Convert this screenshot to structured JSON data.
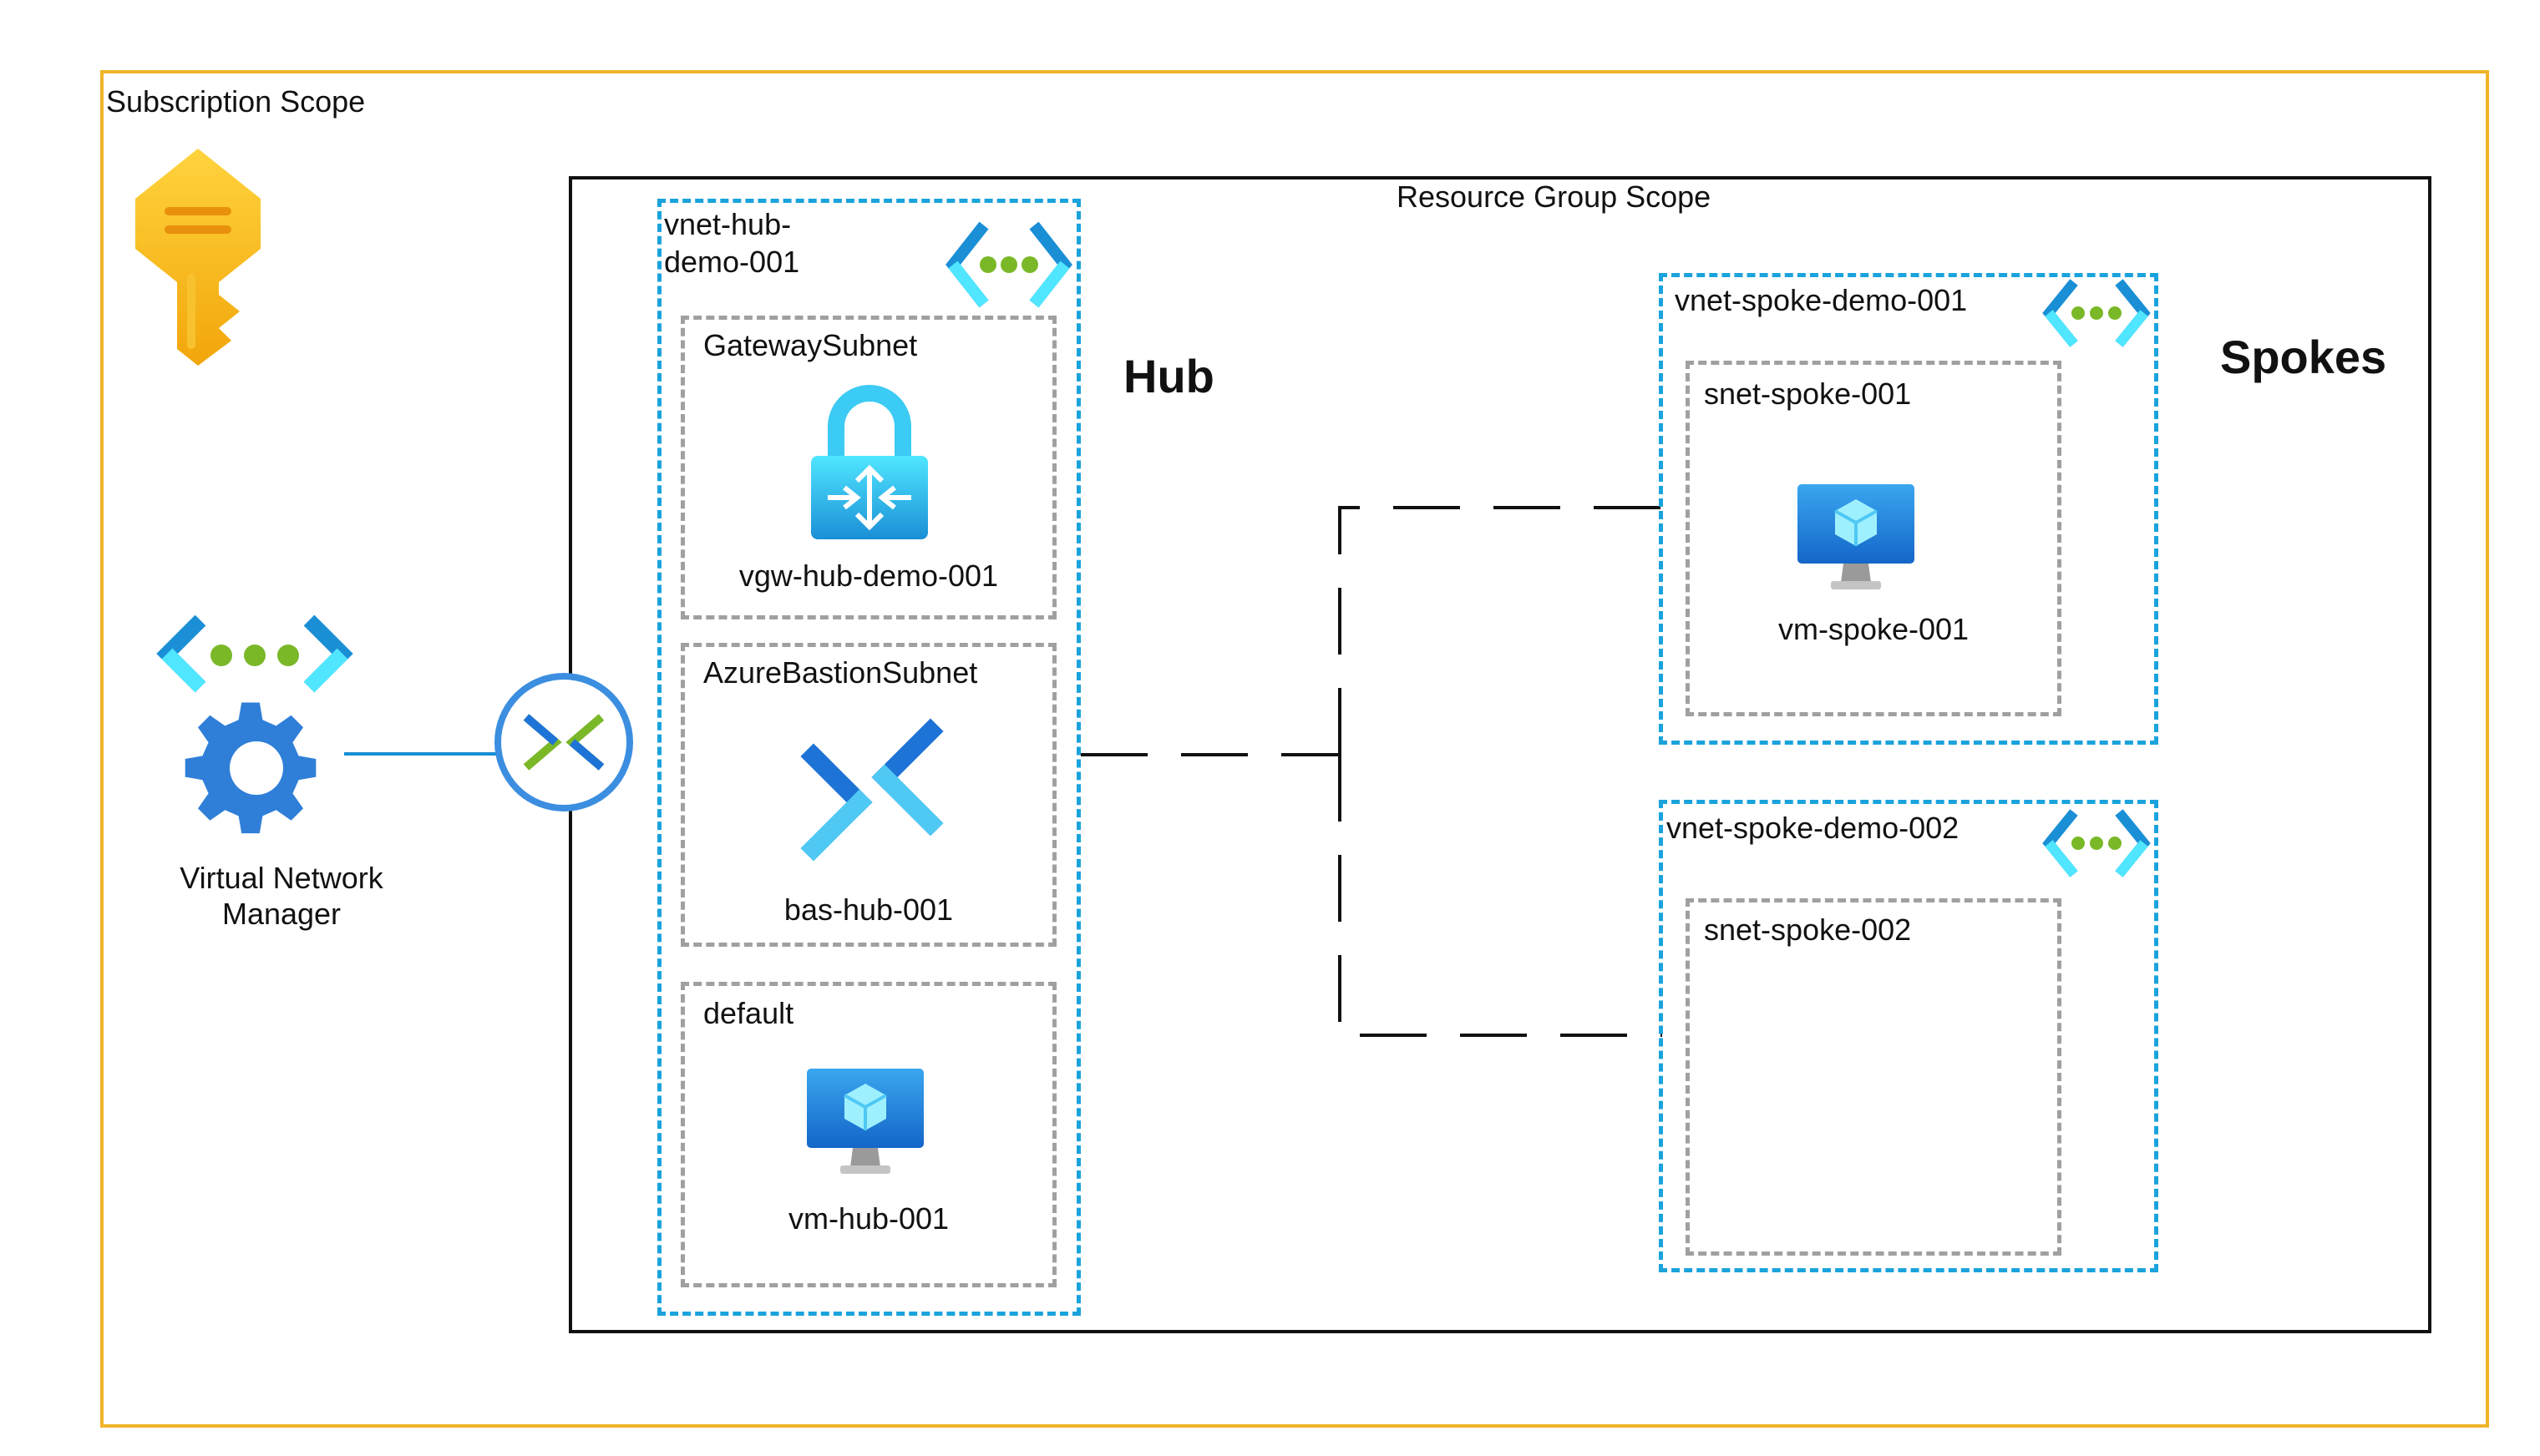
{
  "subscription": {
    "label": "Subscription Scope"
  },
  "resource_group": {
    "label": "Resource Group Scope"
  },
  "manager": {
    "label_line1": "Virtual Network",
    "label_line2": "Manager"
  },
  "hub": {
    "heading": "Hub",
    "vnet": "vnet-hub-demo-001",
    "vnet_line1": "vnet-hub-",
    "vnet_line2": "demo-001",
    "subnets": [
      {
        "name": "GatewaySubnet",
        "resource": "vgw-hub-demo-001"
      },
      {
        "name": "AzureBastionSubnet",
        "resource": "bas-hub-001"
      },
      {
        "name": "default",
        "resource": "vm-hub-001"
      }
    ]
  },
  "spokes": {
    "heading": "Spokes",
    "items": [
      {
        "vnet": "vnet-spoke-demo-001",
        "subnet": "snet-spoke-001",
        "resource": "vm-spoke-001"
      },
      {
        "vnet": "vnet-spoke-demo-002",
        "subnet": "snet-spoke-002",
        "resource": ""
      }
    ]
  },
  "icons": {
    "key": "key-icon",
    "vnet": "virtual-network-icon",
    "manager": "network-manager-icon",
    "connector": "bastion-connector-icon",
    "gateway": "vpn-gateway-icon",
    "bastion": "bastion-icon",
    "vm": "virtual-machine-icon"
  },
  "colors": {
    "subscription_border": "#f0b429",
    "vnet_border": "#1aa3dc",
    "subnet_border": "#a0a0a0",
    "accent_blue": "#1e73d6",
    "accent_green": "#7ab828"
  }
}
